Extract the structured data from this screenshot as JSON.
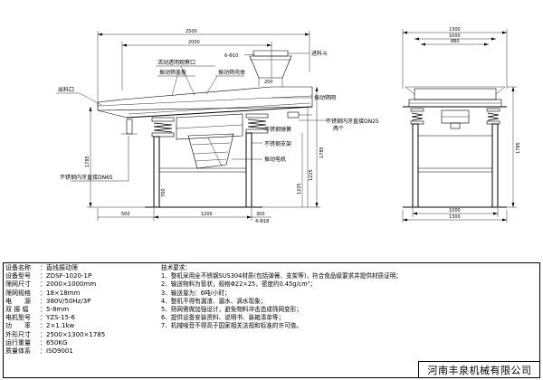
{
  "front_view": {
    "dims": {
      "overall_length": "2500",
      "screen_length": "2000",
      "inlet_width": "6-Φ10",
      "foot_bolts": "4-Φ18",
      "bottom_dim_a": "1200",
      "bottom_dim_b": "300",
      "bottom_dim_c": "500",
      "left_height_a": "1785",
      "left_height_b": "1225",
      "left_height_c": "700",
      "right_height_a": "1785",
      "right_height_b": "1225",
      "outlet_width": "200"
    },
    "labels": {
      "movable_window": "活动透明观察口",
      "motor_cover": "振动筛盖板",
      "screen_body": "振动筛壳体",
      "outlet": "出料口",
      "inlet": "进料斗",
      "screen_mesh": "振动筛网",
      "ss_pipe_right": "不锈钢内牙直接DN25",
      "two_units": "两个",
      "ss_spring": "不锈钢弹簧",
      "ss_bracket": "不锈钢支架",
      "vibration_motor": "振动电机",
      "ss_pipe_left": "不锈钢内牙直接DN65"
    }
  },
  "side_view": {
    "dims": {
      "top_width": "1300",
      "mid_width_a": "1000",
      "mid_width_b": "880",
      "bottom_width_a": "1000",
      "bottom_width_b": "1300",
      "height": "1785"
    }
  },
  "spec": {
    "rows": [
      {
        "k": "设备名称",
        "v": "直线振动筛"
      },
      {
        "k": "设备型号",
        "v": "ZDSF-1020-1P"
      },
      {
        "k": "筛网尺寸",
        "v": "2000×1000mm"
      },
      {
        "k": "筛网规格",
        "v": "18×18mm"
      },
      {
        "k": "电　　源",
        "v": "380V/50Hz/3P"
      },
      {
        "k": "双 振 幅",
        "v": "5-8mm"
      },
      {
        "k": "电机型号",
        "v": "YZS-15-6"
      },
      {
        "k": "功　　率",
        "v": "2×1.1kw"
      },
      {
        "k": "外形尺寸",
        "v": "2500×1300×1785"
      },
      {
        "k": "运行重量",
        "v": "650KG"
      },
      {
        "k": "质量体系",
        "v": "ISO9001"
      }
    ]
  },
  "requirements": {
    "title": "技术要求：",
    "items": [
      "1、整机采用全不锈钢SUS304材质(包括弹簧、支架等)，符合食品级要求并提供材质证明；",
      "2、输送物料为管状，规格Φ22×25，密度约0.45g/cm³；",
      "3、输送量为：6吨/小时；",
      "4、整机不得有漏渣、漏水、滴水现象；",
      "5、筛网需做加强设计，避免物料冲击造成筛网变形；",
      "6、提供设备安装资料、说明书、装箱清单等；",
      "7、机械噪音不得高于国家相关法规和标准的许可值。"
    ]
  },
  "company": "河南丰泉机械有限公司"
}
